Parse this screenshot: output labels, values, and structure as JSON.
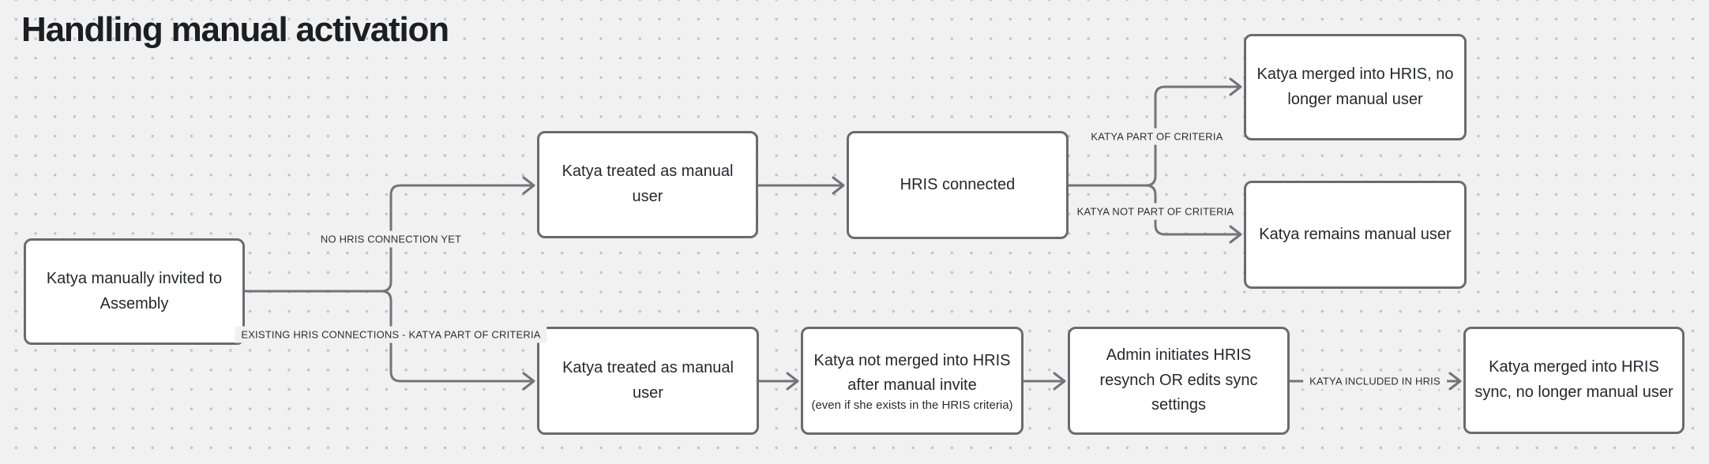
{
  "title": "Handling manual activation",
  "colors": {
    "canvas_bg": "#f1f1f2",
    "dot_grid": "#c1c1c3",
    "connector": "#747477",
    "box_border": "#6b6b6e",
    "box_bg": "#ffffff",
    "box_text": "#27282b",
    "title_text": "#1d1e20"
  },
  "nodes": {
    "start": {
      "label": "Katya manually invited to Assembly"
    },
    "manual_top": {
      "label": "Katya treated as manual user"
    },
    "hris_connected": {
      "label": "HRIS connected"
    },
    "merged_top": {
      "label": "Katya merged into HRIS, no longer manual user"
    },
    "remains_manual": {
      "label": "Katya remains manual user"
    },
    "manual_bottom": {
      "label": "Katya treated as manual user"
    },
    "not_merged": {
      "label": "Katya not merged into HRIS after manual invite",
      "note": "(even if she exists in the HRIS criteria)"
    },
    "admin_resync": {
      "label": "Admin initiates HRIS resynch OR edits sync settings"
    },
    "merged_sync": {
      "label": "Katya merged into HRIS sync, no longer manual user"
    }
  },
  "edge_labels": {
    "no_hris_yet": "NO HRIS CONNECTION YET",
    "existing_hris": "EXISTING HRIS CONNECTIONS - KATYA PART OF CRITERIA",
    "part_of_criteria": "KATYA PART OF CRITERIA",
    "not_part_of_criteria": "KATYA NOT PART OF CRITERIA",
    "included_in_hris": "KATYA INCLUDED IN HRIS"
  }
}
